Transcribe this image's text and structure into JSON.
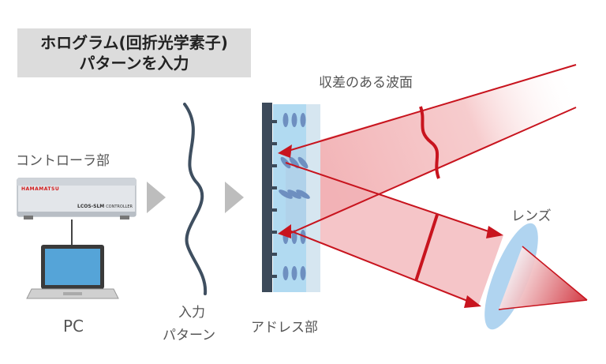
{
  "title": {
    "line1": "ホログラム(回折光学素子)",
    "line2": "パターンを入力"
  },
  "labels": {
    "controller": "コントローラ部",
    "pc": "PC",
    "input_pattern_1": "入力",
    "input_pattern_2": "パターン",
    "address": "アドレス部",
    "wavefront": "収差のある波面",
    "lens": "レンズ"
  },
  "device_text": {
    "brand": "HAMAMATSU",
    "model": "LCOS-SLM",
    "model_suffix": "CONTROLLER"
  },
  "colors": {
    "beam": "#c8141e",
    "slm_glass": "#a9d6ef",
    "panel": "#3c4a5a",
    "lens": "#a7cfee"
  }
}
